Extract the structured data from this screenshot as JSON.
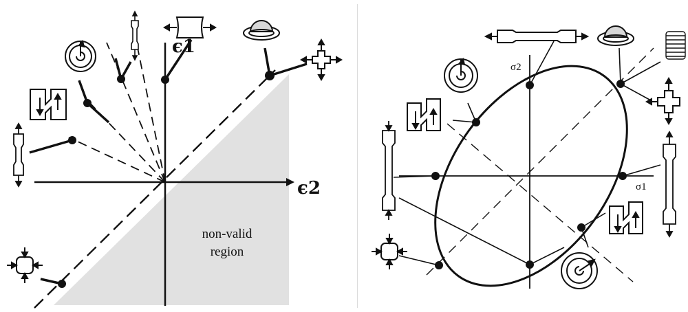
{
  "left_diagram": {
    "axis_labels": {
      "vertical": "ϵ1",
      "horizontal": "ϵ2"
    },
    "region_label": [
      "non-valid",
      "region"
    ],
    "colors": {
      "shaded_region": "#e1e1e1",
      "ink": "#111111"
    },
    "specimen_icons": [
      "uniaxial-tension-specimen-icon",
      "shear-specimen-icon",
      "torsion-specimen-icon",
      "tensile-bar-icon",
      "plane-strain-specimen-icon",
      "equibiaxial-dome-icon",
      "biaxial-cross-specimen-icon",
      "equibiaxial-compression-icon"
    ]
  },
  "right_diagram": {
    "axis_labels": {
      "vertical": "σ2",
      "horizontal": "σ1"
    },
    "colors": {
      "ink": "#111111"
    },
    "specimen_icons": [
      "uniaxial-tension-bar-icon",
      "dome-icon",
      "stacked-disk-icon",
      "biaxial-cross-icon",
      "torsion-tube-icon",
      "shear-specimen-icon",
      "vertical-tensile-bar-icon",
      "equibiaxial-compression-icon"
    ]
  }
}
